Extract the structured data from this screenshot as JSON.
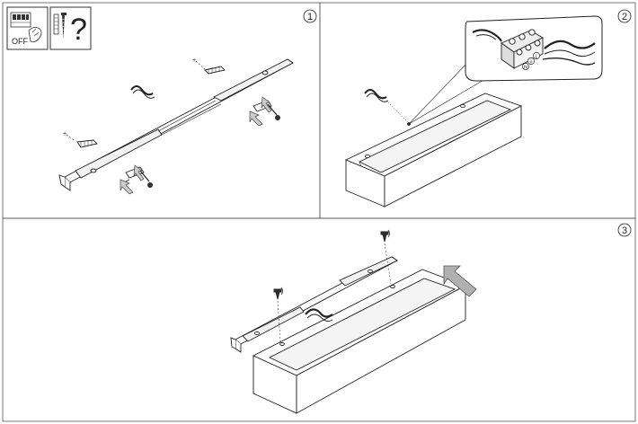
{
  "figure": {
    "steps": [
      {
        "number": "1"
      },
      {
        "number": "2"
      },
      {
        "number": "3"
      }
    ],
    "warning_icons": {
      "power_off_label": "OFF",
      "question_mark": "?"
    },
    "terminal_labels": {
      "live": "L",
      "neutral": "N",
      "earth": "⏚"
    }
  }
}
